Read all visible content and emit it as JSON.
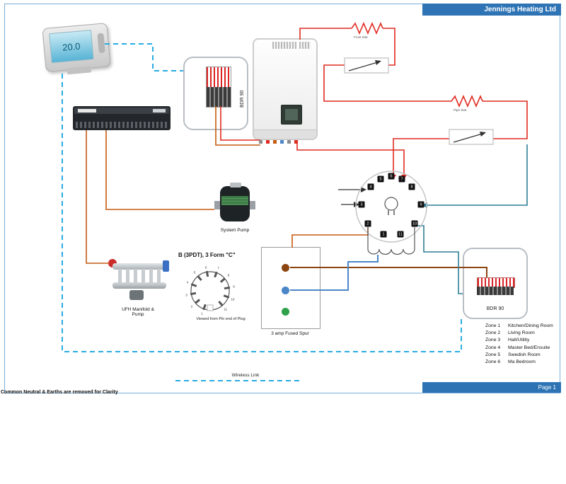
{
  "header": {
    "title": "Jennings Heating Ltd"
  },
  "footer": {
    "page_label": "Page 1",
    "note": "Common Neutral & Earths are removed for Clarity"
  },
  "thermostat": {
    "reading": "20.0"
  },
  "bdr90": {
    "label": "BDR 90"
  },
  "pump": {
    "caption": "System Pump"
  },
  "manifold": {
    "caption_line1": "UFH Manifold &",
    "caption_line2": "Pump"
  },
  "plug": {
    "title": "B (3PDT), 3 Form \"C\"",
    "caption": "Viewed from Pin end of Plug",
    "pins": [
      "1",
      "2",
      "3",
      "4",
      "5",
      "6",
      "7",
      "8",
      "9",
      "10",
      "11"
    ]
  },
  "relay": {
    "pins": [
      "1",
      "2",
      "3",
      "4",
      "5",
      "6",
      "7",
      "8",
      "9",
      "10",
      "11"
    ]
  },
  "spur": {
    "caption": "3 amp Fused Spur"
  },
  "stats": {
    "stat1": "Frost Stat",
    "stat2": "Pipe Stat"
  },
  "wireless": {
    "label": "Wireless Link"
  },
  "zones": [
    {
      "zone": "Zone 1",
      "room": "Kitchen/Dining Room"
    },
    {
      "zone": "Zone 2",
      "room": "Living Room"
    },
    {
      "zone": "Zone 3",
      "room": "Hall/Utility"
    },
    {
      "zone": "Zone 4",
      "room": "Master Bed/Ensuite"
    },
    {
      "zone": "Zone 5",
      "room": "Swedish Room"
    },
    {
      "zone": "Zone 6",
      "room": "Ma Bedroom"
    }
  ],
  "colors": {
    "accent": "#2e74b5",
    "red": "#e02b20",
    "orange": "#c55a11",
    "brown": "#8c4510",
    "blue": "#4a86c8",
    "teal": "#2e7f96",
    "dashed": "#29abe2",
    "live": "#8c4510",
    "neutral": "#4a86c8",
    "earth": "#2fa14a"
  }
}
